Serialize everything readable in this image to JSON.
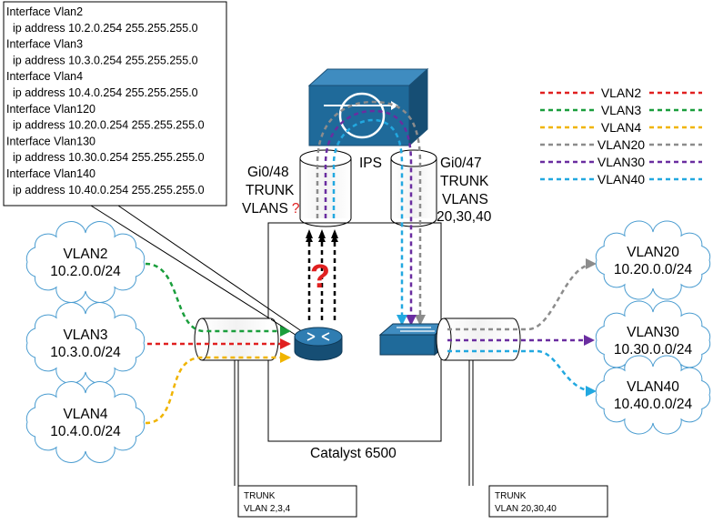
{
  "config_box": {
    "lines": [
      "Interface Vlan2",
      "  ip address 10.2.0.254 255.255.255.0",
      "Interface Vlan3",
      "  ip address 10.3.0.254 255.255.255.0",
      "Interface Vlan4",
      "  ip address 10.4.0.254 255.255.255.0",
      "Interface Vlan120",
      "  ip address 10.20.0.254 255.255.255.0",
      "Interface Vlan130",
      "  ip address 10.30.0.254 255.255.255.0",
      "Interface Vlan140",
      "  ip address 10.40.0.254 255.255.255.0"
    ]
  },
  "ips_label": "IPS",
  "trunk_left": {
    "line1": "Gi0/48",
    "line2": "TRUNK",
    "line3": "VLANS",
    "mark": "?"
  },
  "trunk_right": {
    "line1": "Gi0/47",
    "line2": "TRUNK",
    "line3": "VLANS",
    "line4": "20,30,40"
  },
  "router_question": "?",
  "chassis_label": "Catalyst 6500",
  "left_clouds": [
    {
      "name": "VLAN2",
      "subnet": "10.2.0.0/24",
      "color": "#1a9e3c"
    },
    {
      "name": "VLAN3",
      "subnet": "10.3.0.0/24",
      "color": "#e02020"
    },
    {
      "name": "VLAN4",
      "subnet": "10.4.0.0/24",
      "color": "#f0b400"
    }
  ],
  "right_clouds": [
    {
      "name": "VLAN20",
      "subnet": "10.20.0.0/24",
      "color": "#8c8c8c"
    },
    {
      "name": "VLAN30",
      "subnet": "10.30.0.0/24",
      "color": "#6a2da0"
    },
    {
      "name": "VLAN40",
      "subnet": "10.40.0.0/24",
      "color": "#22a8e0"
    }
  ],
  "legend": [
    {
      "label": "VLAN2",
      "color": "#e02020"
    },
    {
      "label": "VLAN3",
      "color": "#1a9e3c"
    },
    {
      "label": "VLAN4",
      "color": "#f0b400"
    },
    {
      "label": "VLAN20",
      "color": "#8c8c8c"
    },
    {
      "label": "VLAN30",
      "color": "#6a2da0"
    },
    {
      "label": "VLAN40",
      "color": "#22a8e0"
    }
  ],
  "trunk_note_left": {
    "line1": "TRUNK",
    "line2": "VLAN 2,3,4"
  },
  "trunk_note_right": {
    "line1": "TRUNK",
    "line2": "VLAN 20,30,40"
  },
  "colors": {
    "cloud_stroke": "#4a9cd0",
    "device_fill": "#1f6a9a",
    "device_top": "#3f8cc0",
    "question": "#e02020"
  },
  "icons": {
    "router": "router-icon",
    "switch": "switch-icon",
    "ips": "ips-appliance-icon"
  }
}
